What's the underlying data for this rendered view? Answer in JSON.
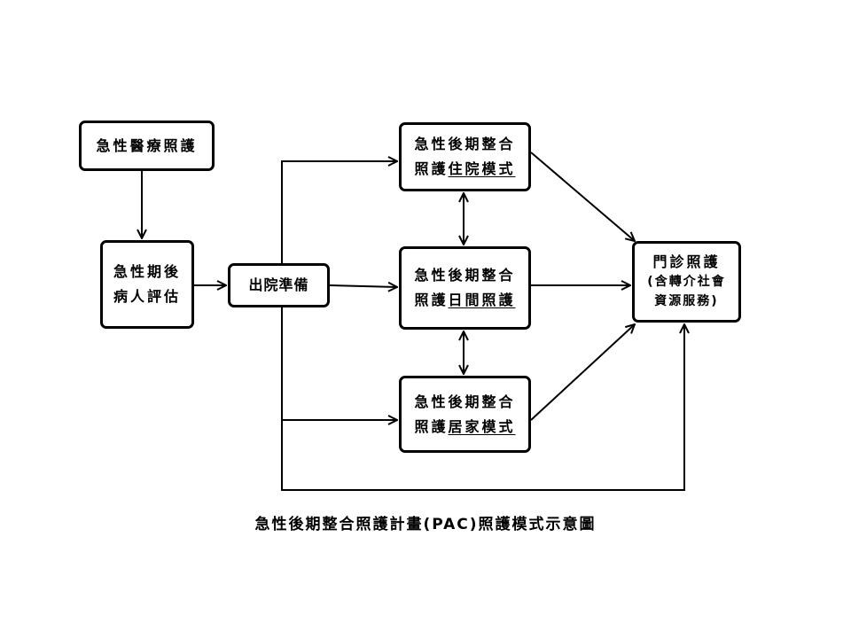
{
  "nodes": {
    "acute_care": {
      "line1": "急性醫療照護"
    },
    "assessment": {
      "line1": "急性期後",
      "line2": "病人評估"
    },
    "discharge": {
      "line1": "出院準備"
    },
    "inpatient": {
      "line1": "急性後期整合",
      "line2_prefix": "照護",
      "line2_underlined": "住院模式"
    },
    "daycare": {
      "line1": "急性後期整合",
      "line2_prefix": "照護",
      "line2_underlined": "日間照護"
    },
    "home": {
      "line1": "急性後期整合",
      "line2_prefix": "照護",
      "line2_underlined": "居家模式"
    },
    "outpatient": {
      "line1": "門診照護",
      "line2": "(含轉介社會",
      "line3": "資源服務)"
    }
  },
  "caption": "急性後期整合照護計畫(PAC)照護模式示意圖",
  "colors": {
    "stroke": "#000000",
    "background": "#ffffff"
  }
}
